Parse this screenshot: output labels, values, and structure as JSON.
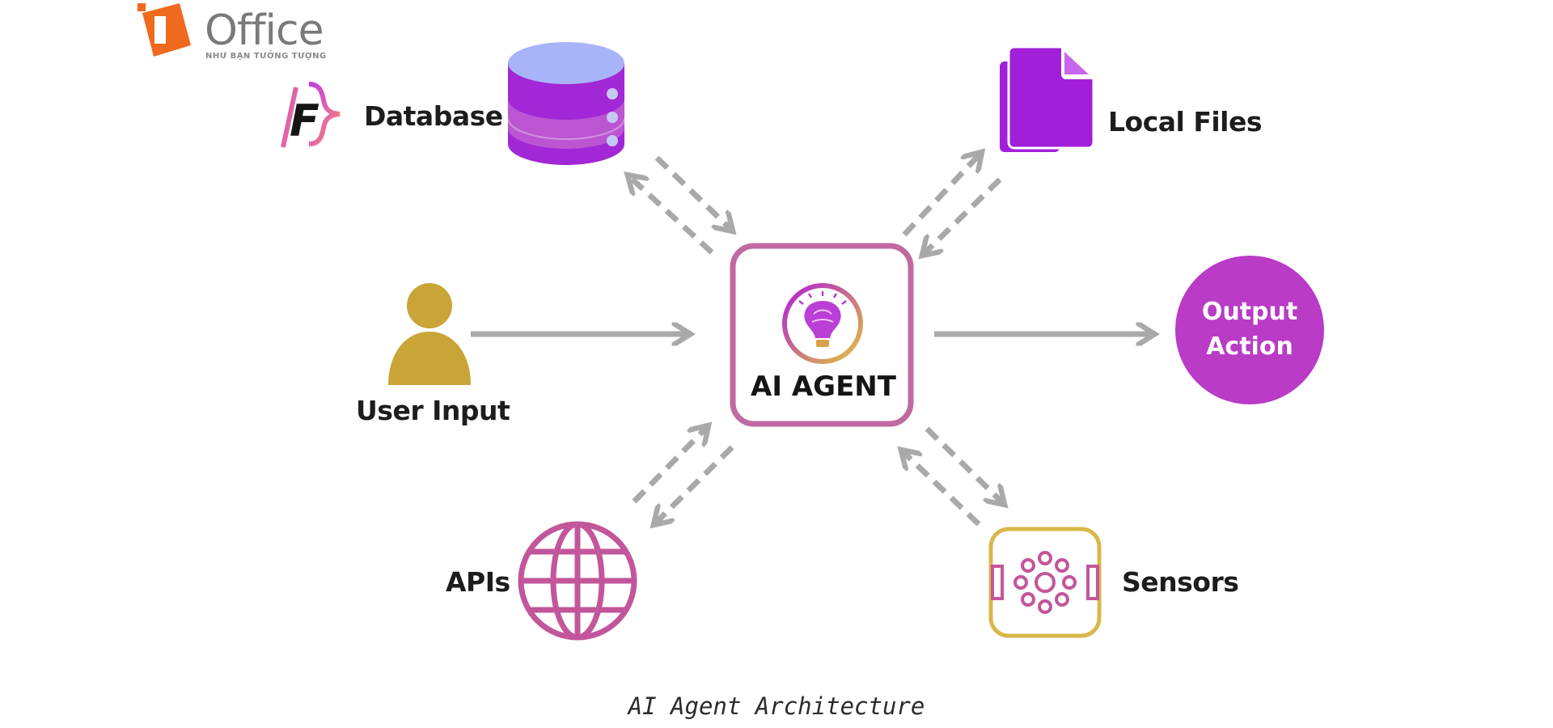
{
  "logo": {
    "name": "Office",
    "tagline": "NHƯ BẠN TƯỞNG TƯỢNG",
    "mark_text": "1"
  },
  "diagram": {
    "center": {
      "label": "AI AGENT"
    },
    "nodes": {
      "database": {
        "label": "Database",
        "badge_text": "F"
      },
      "local_files": {
        "label": "Local Files"
      },
      "user_input": {
        "label": "User Input"
      },
      "output": {
        "line1": "Output",
        "line2": "Action"
      },
      "apis": {
        "label": "APIs"
      },
      "sensors": {
        "label": "Sensors"
      }
    },
    "caption": "AI Agent Architecture"
  },
  "colors": {
    "agent_border": "#c06aa1",
    "brain_gradient_start": "#b11fd6",
    "brain_gradient_end": "#e0c43d",
    "database": "#a227d6",
    "database_top": "#a8b4f8",
    "files": "#a21fd9",
    "user": "#c9a436",
    "output_circle": "#b93bc6",
    "globe": "#c3569a",
    "sensor_frame": "#d8b84a",
    "sensor_ring": "#c3569a",
    "arrow": "#a9a9a9",
    "logo_orange": "#ef6a1e"
  },
  "icons": {
    "database": "database-icon",
    "local_files": "files-icon",
    "user_input": "user-icon",
    "agent": "brain-lightbulb-icon",
    "apis": "globe-icon",
    "sensors": "sensor-icon",
    "brand": "fusion-logo-icon"
  }
}
